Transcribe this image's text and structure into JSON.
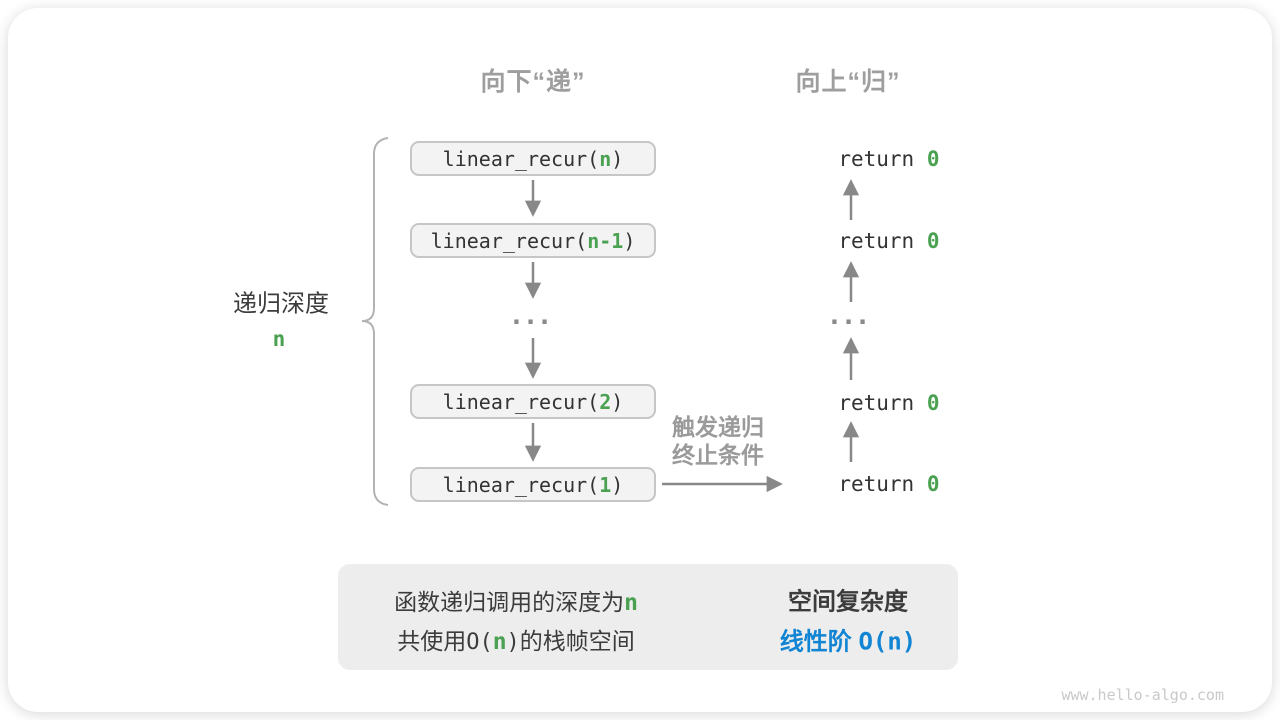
{
  "colors": {
    "accent_green": "#4aa151",
    "accent_blue": "#1184d4",
    "arrow_gray": "#888888",
    "label_gray": "#9e9e9e",
    "box_fill": "#f3f3f3",
    "box_border": "#c6c6c6",
    "summary_fill": "#ededed"
  },
  "headers": {
    "down": "向下“递”",
    "up": "向上“归”"
  },
  "depth_label": {
    "text": "递归深度",
    "value": "n"
  },
  "call_stack": {
    "ellipsis": "...",
    "boxes": [
      {
        "prefix": "linear_recur(",
        "arg": "n",
        "suffix": ")"
      },
      {
        "prefix": "linear_recur(",
        "arg": "n-1",
        "suffix": ")"
      },
      {
        "prefix": "linear_recur(",
        "arg": "2",
        "suffix": ")"
      },
      {
        "prefix": "linear_recur(",
        "arg": "1",
        "suffix": ")"
      }
    ]
  },
  "returns": {
    "ellipsis": "...",
    "items": [
      {
        "text": "return ",
        "value": "0"
      },
      {
        "text": "return ",
        "value": "0"
      },
      {
        "text": "return ",
        "value": "0"
      },
      {
        "text": "return ",
        "value": "0"
      }
    ]
  },
  "base_case_note": {
    "line1": "触发递归",
    "line2": "终止条件"
  },
  "summary": {
    "left": {
      "line1_text": "函数递归调用的深度为 ",
      "line1_value": "n",
      "line2_pre": "共使用 ",
      "line2_o_open": "O(",
      "line2_n": "n",
      "line2_o_close": ")",
      "line2_post": " 的栈帧空间"
    },
    "right": {
      "title": "空间复杂度",
      "result_label": "线性阶 ",
      "result_value": "O(n)"
    }
  },
  "watermark": "www.hello-algo.com"
}
